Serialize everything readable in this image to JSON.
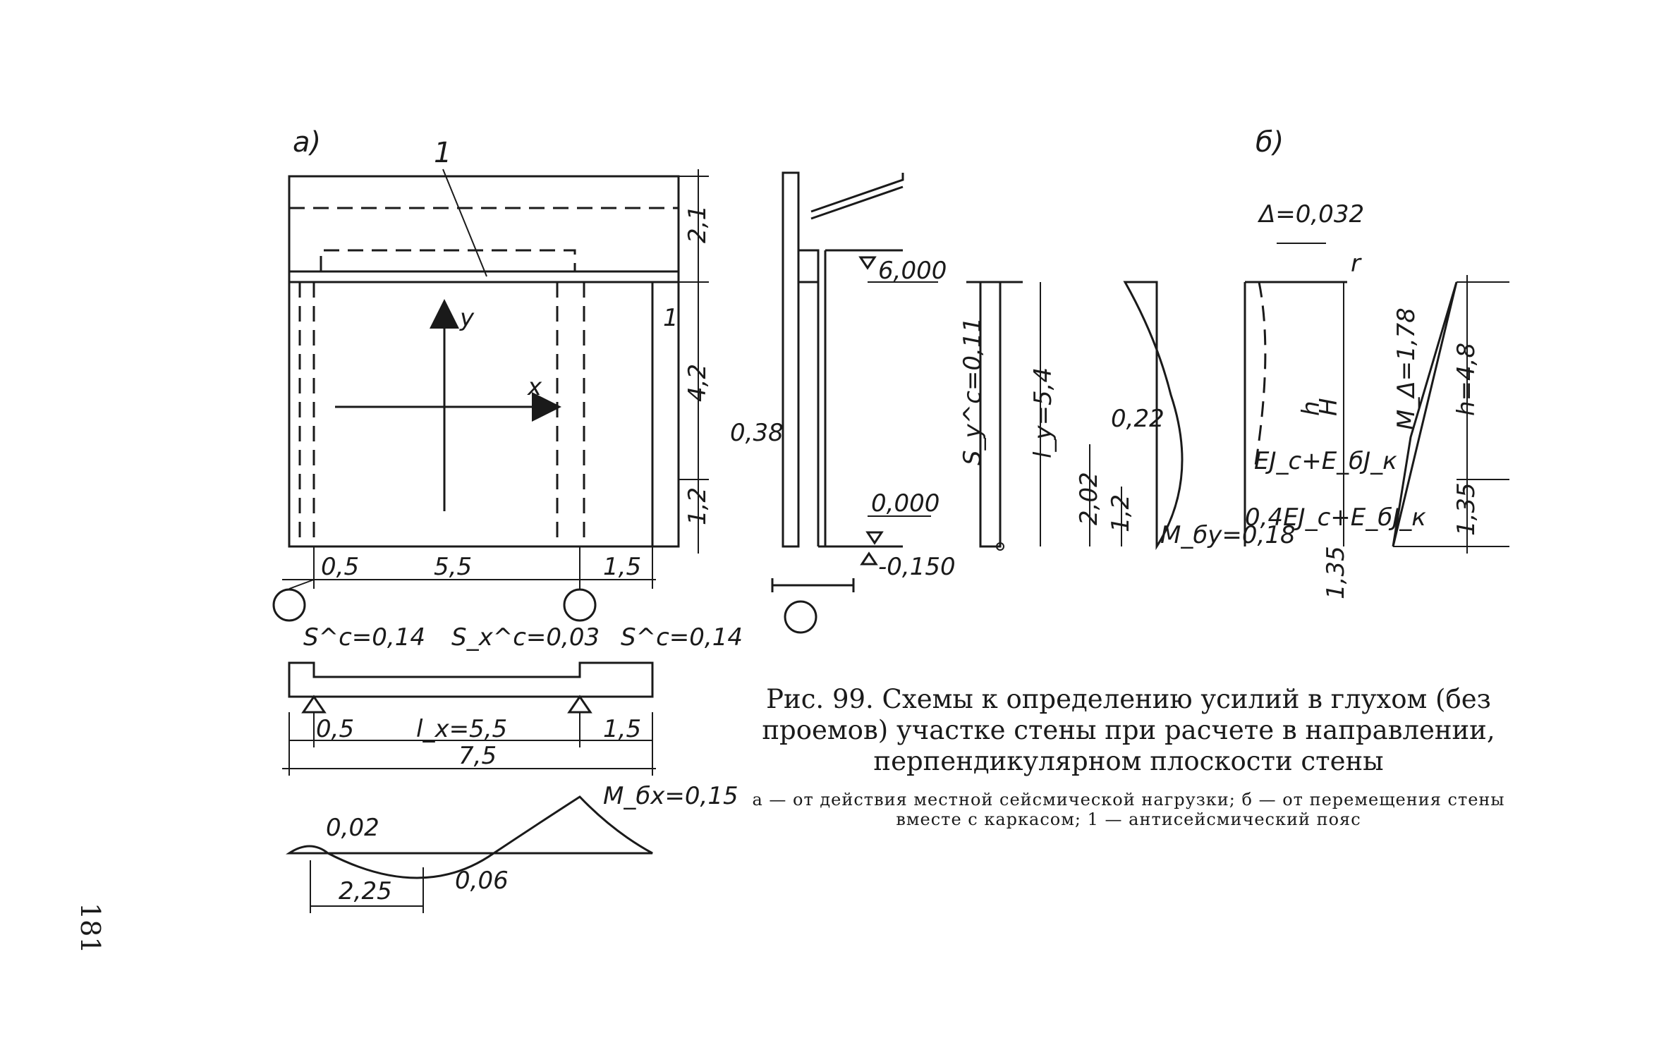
{
  "panel_a": {
    "tag": "а)",
    "label_one_top": "1",
    "label_one_right": "1",
    "axis_y": "y",
    "axis_x": "x",
    "dim_2_1": "2,1",
    "dim_4_2": "4,2",
    "dim_1_2": "1,2",
    "dim_0_5": "0,5",
    "dim_5_5": "5,5",
    "dim_1_5": "1,5",
    "beam": {
      "s_left": "S^c=0,14",
      "s_mid": "S_x^c=0,03",
      "s_right": "S^c=0,14",
      "dim_0_5": "0,5",
      "dim_lx": "l_x=5,5",
      "dim_1_5": "1,5",
      "dim_total": "7,5"
    },
    "moment": {
      "m_left": "0,02",
      "m_max": "M_бx=0,15",
      "m_span": "0,06",
      "dim_2_25": "2,25"
    }
  },
  "panel_b": {
    "tag": "б)",
    "elev_top": "6,000",
    "elev_floor": "0,000",
    "elev_base": "-0,150",
    "dim_0_38": "0,38",
    "sy": "S_y^c=0,11",
    "ly": "l_y=5,4",
    "dim_2_02": "2,02",
    "dim_1_2": "1,2",
    "m_022": "0,22",
    "msy": "M_бy=0,18",
    "delta": "Δ=0,032",
    "r": "r",
    "h_small": "h",
    "H_big": "H",
    "stiff_top": "EJ_c+E_бJ_к",
    "stiff_bottom": "0,4EJ_c+E_бJ_к",
    "dim_1_35_rot": "1,35",
    "m_delta": "M_Δ=1,78",
    "h_4_8": "h=4,8",
    "dim_1_35": "1,35"
  },
  "caption": {
    "title": "Рис. 99. Схемы к определению усилий в глухом (без проемов) участке стены при расчете в направлении, перпендикулярном плоскости стены",
    "legend": "а — от действия местной сейсмической нагрузки; б — от перемещения стены вместе с каркасом; 1 — антисейсмический пояс"
  },
  "page_number": "181"
}
